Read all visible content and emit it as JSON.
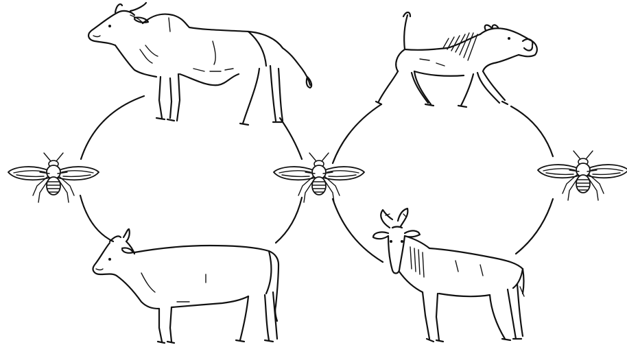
{
  "diagram": {
    "type": "transmission-cycle",
    "cycles": [
      {
        "id": "left-cycle",
        "nodes": [
          "zebu-bull",
          "tsetse-fly-left",
          "cow",
          "tsetse-fly-center"
        ]
      },
      {
        "id": "right-cycle",
        "nodes": [
          "warthog",
          "tsetse-fly-center",
          "hartebeest",
          "tsetse-fly-right"
        ]
      }
    ],
    "nodes": [
      {
        "id": "zebu-bull",
        "kind": "mammal",
        "icon": "zebu-bull-icon"
      },
      {
        "id": "cow",
        "kind": "mammal",
        "icon": "cow-icon"
      },
      {
        "id": "warthog",
        "kind": "mammal",
        "icon": "warthog-icon"
      },
      {
        "id": "hartebeest",
        "kind": "mammal",
        "icon": "hartebeest-icon"
      },
      {
        "id": "tsetse-fly-left",
        "kind": "insect",
        "icon": "tsetse-fly-icon"
      },
      {
        "id": "tsetse-fly-center",
        "kind": "insect",
        "icon": "tsetse-fly-icon"
      },
      {
        "id": "tsetse-fly-right",
        "kind": "insect",
        "icon": "tsetse-fly-icon"
      }
    ],
    "line_color": "#111111",
    "background": "#ffffff"
  }
}
